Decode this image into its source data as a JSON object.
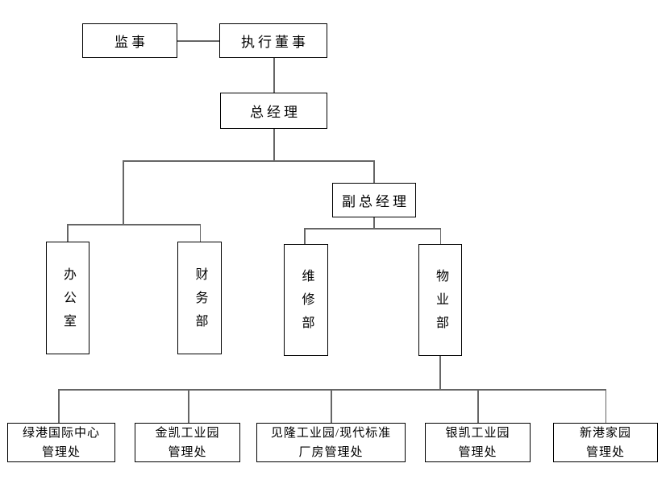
{
  "org_chart": {
    "type": "organization-tree",
    "colors": {
      "background": "#ffffff",
      "box_border": "#000000",
      "connector": "#666666",
      "text": "#000000"
    },
    "nodes": {
      "supervisor": {
        "label": "监事"
      },
      "executive_director": {
        "label": "执行董事"
      },
      "general_manager": {
        "label": "总经理"
      },
      "deputy_general_manager": {
        "label": "副总经理"
      },
      "office": {
        "label": "办公室"
      },
      "finance_dept": {
        "label": "财务部"
      },
      "maintenance_dept": {
        "label": "维修部"
      },
      "property_dept": {
        "label": "物业部"
      },
      "lvgang_office": {
        "label": "绿港国际中心\n管理处"
      },
      "jinkai_office": {
        "label": "金凯工业园\n管理处"
      },
      "jianlong_office": {
        "label": "见隆工业园/现代标准\n厂房管理处"
      },
      "yinkai_office": {
        "label": "银凯工业园\n管理处"
      },
      "xingang_office": {
        "label": "新港家园\n管理处"
      }
    },
    "structure": [
      "监事 — 执行董事",
      "执行董事 → 总经理",
      "总经理 → 办公室",
      "总经理 → 财务部",
      "总经理 → 副总经理",
      "副总经理 → 维修部",
      "副总经理 → 物业部",
      "物业部 → 绿港国际中心管理处",
      "物业部 → 金凯工业园管理处",
      "物业部 → 见隆工业园/现代标准厂房管理处",
      "物业部 → 银凯工业园管理处",
      "物业部 → 新港家园管理处"
    ]
  }
}
